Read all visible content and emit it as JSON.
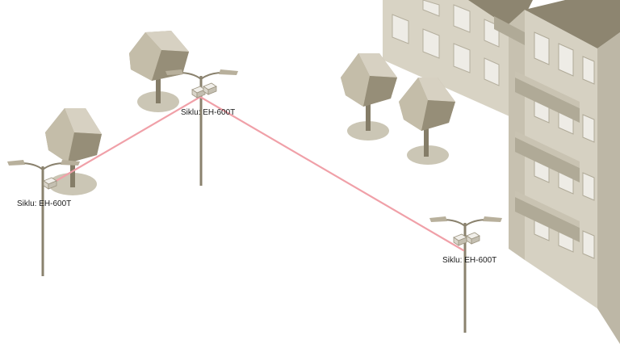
{
  "nodes": [
    {
      "id": "left",
      "label": "Siklu: EH-600T"
    },
    {
      "id": "top",
      "label": "Siklu: EH-600T"
    },
    {
      "id": "right",
      "label": "Siklu: EH-600T"
    }
  ],
  "links": [
    {
      "from": "left",
      "to": "top"
    },
    {
      "from": "top",
      "to": "right"
    }
  ],
  "colors": {
    "link": "#f0a0a8",
    "tree_light": "#d7d1c2",
    "tree_mid": "#b3ab97",
    "tree_dark": "#857d68",
    "building_wall": "#d6d1c2",
    "building_shade": "#bdb7a6",
    "building_roof": "#8d8570",
    "pole": "#8a826e",
    "shadow": "#cbc6b5"
  }
}
